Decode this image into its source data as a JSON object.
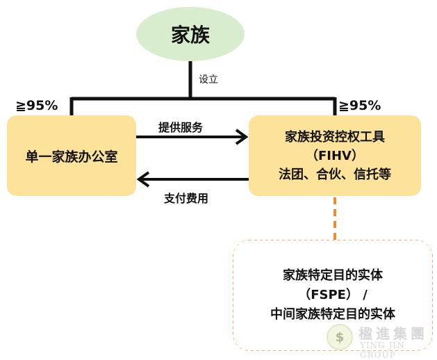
{
  "colors": {
    "root_fill": "#d8ecce",
    "box_fill": "#fde29a",
    "dashed_accent": "#f08b2b",
    "line": "#111111"
  },
  "nodes": {
    "root": "家族",
    "office": "单一家族办公室",
    "fihv": {
      "line1": "家族投资控权工具",
      "line2": "（FIHV）",
      "line3": "法团、合伙、信托等"
    },
    "fspe": {
      "line1": "家族特定目的实体",
      "line2": "（FSPE） /",
      "line3": "中间家族特定目的实体"
    }
  },
  "edges": {
    "setup": "设立",
    "left_pct": "≧95%",
    "right_pct": "≧95%",
    "provide": "提供服务",
    "pay": "支付费用"
  },
  "watermark": {
    "logo_glyph": "$",
    "name_cn": "楹進集團",
    "name_en": "YING JIN GROUP"
  }
}
